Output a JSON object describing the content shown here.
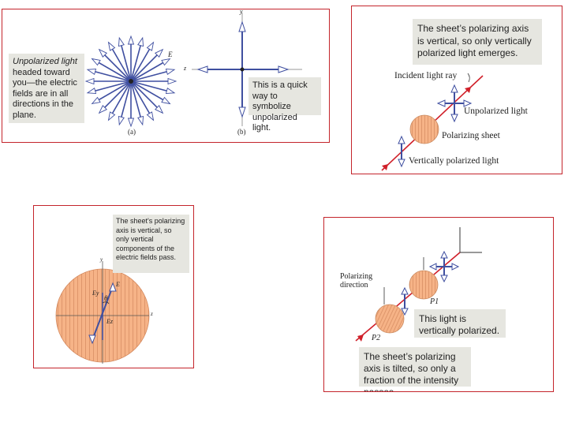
{
  "panel_a": {
    "note_italic": "Unpolarized light",
    "note_rest": "headed toward you—the electric fields are in all directions in the plane.",
    "quick_note": "This is a quick way to symbolize unpolarized light.",
    "label_a": "(a)",
    "label_b": "(b)",
    "label_e": "E",
    "label_z": "z",
    "label_y": "y"
  },
  "panel_b": {
    "note": "The sheet’s polarizing axis is vertical, so only vertically polarized light emerges.",
    "incident": "Incident light ray",
    "unpolarized": "Unpolarized light",
    "sheet": "Polarizing sheet",
    "vertical": "Vertically polarized light"
  },
  "panel_c": {
    "note": "The sheet's polarizing axis is vertical, so only vertical components of the electric fields pass.",
    "label_ey": "Ey",
    "label_ez": "Ez",
    "label_theta": "θ",
    "label_e": "E",
    "label_y": "y",
    "label_z": "z"
  },
  "panel_d": {
    "polarizing_direction": "Polarizing direction",
    "p1": "P1",
    "p2": "P2",
    "vertical_note": "This light is vertically polarized.",
    "tilted_note": "The sheet’s polarizing axis is tilted, so only a fraction of the intensity passes."
  },
  "colors": {
    "frame": "#c4242b",
    "arrow": "#3f4fa0",
    "sheet_fill": "#f6b387",
    "ray": "#d0202a",
    "note_bg": "#e6e6e0"
  }
}
